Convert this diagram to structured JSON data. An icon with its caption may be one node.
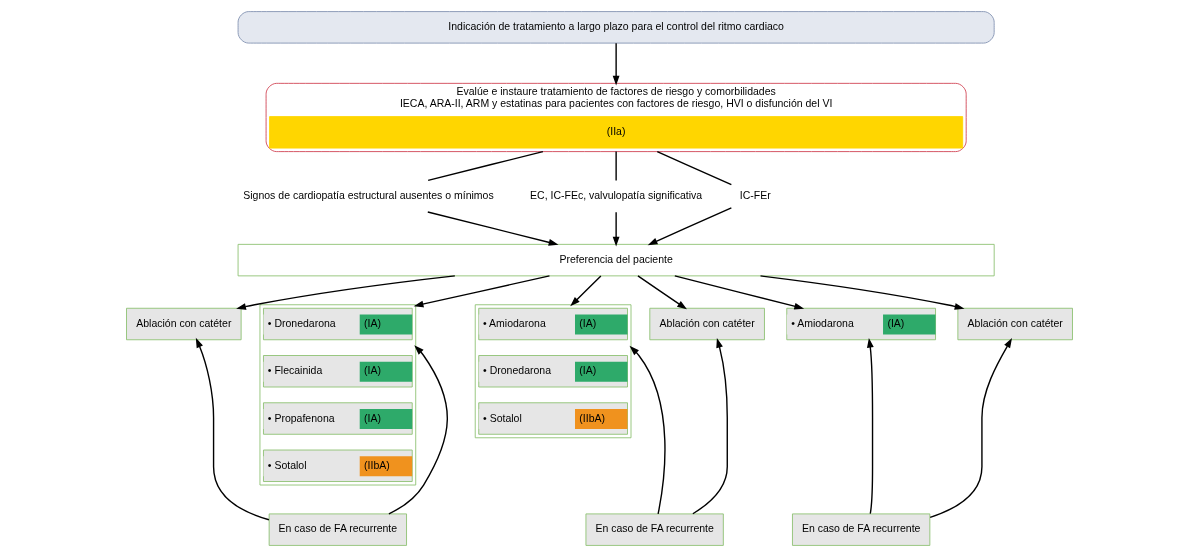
{
  "diagram": {
    "nodes": [
      {
        "text": [
          "Indicación de tratamiento a largo plazo para el control del ritmo cardiaco"
        ]
      },
      {
        "text": [
          "Evalúe e instaure tratamiento de factores de riesgo y comorbilidades",
          "IECA, ARA-II, ARM y estatinas para pacientes con factores de riesgo, HVI o disfunción del VI"
        ]
      },
      {
        "text": [
          "(IIa)"
        ],
        "in": 1
      },
      {
        "text": [
          "Signos de cardiopatía estructural ausentes o mínimos"
        ]
      },
      {
        "text": [
          "EC, IC-FEc, valvulopatía significativa"
        ]
      },
      {
        "text": [
          "IC-FEr"
        ]
      },
      {
        "text": [
          "Preferencia del paciente"
        ]
      },
      {
        "text": [],
        "shape": "box"
      },
      {
        "text": [
          "• Dronedarona",
          "(IA)"
        ],
        "in": 7
      },
      {
        "text": [
          "• Flecainida",
          "(IA)"
        ],
        "in": 7
      },
      {
        "text": [
          "• Propafenona",
          "(IA)"
        ],
        "in": 7
      },
      {
        "text": [
          "• Sotalol",
          "(IIbA)"
        ],
        "in": 7
      },
      {
        "text": [
          "Ablación con catéter"
        ]
      },
      {
        "text": [
          "En caso de FA recurrente"
        ]
      },
      {
        "text": [],
        "shape": "box"
      },
      {
        "text": [
          "• Amiodarona",
          "(IA)"
        ],
        "in": 14
      },
      {
        "text": [
          "• Dronedarona",
          "(IA)"
        ],
        "in": 14
      },
      {
        "text": [
          "• Sotalol",
          "(IIbA)"
        ],
        "in": 14
      },
      {
        "text": [
          "Ablación con catéter"
        ]
      },
      {
        "text": [
          "En caso de FA recurrente"
        ]
      },
      {
        "text": [
          "• Amiodarona",
          "(IA)"
        ]
      },
      {
        "text": [
          "Ablación con catéter"
        ]
      },
      {
        "text": [
          "En caso de FA recurrente"
        ]
      }
    ],
    "edges": [
      {
        "from": 0,
        "to": 1,
        "arrow": "to"
      },
      {
        "from": 1,
        "to": 3,
        "arrow": "none"
      },
      {
        "from": 1,
        "to": 4,
        "arrow": "none"
      },
      {
        "from": 1,
        "to": 5,
        "arrow": "none"
      },
      {
        "from": 3,
        "to": 6,
        "arrow": "to"
      },
      {
        "from": 4,
        "to": 6,
        "arrow": "to"
      },
      {
        "from": 5,
        "to": 6,
        "arrow": "to"
      },
      {
        "from": 6,
        "to": 7,
        "arrow": "to"
      },
      {
        "from": 6,
        "to": 12,
        "arrow": "to"
      },
      {
        "from": 6,
        "to": 14,
        "arrow": "to"
      },
      {
        "from": 6,
        "to": 18,
        "arrow": "to"
      },
      {
        "from": 6,
        "to": 20,
        "arrow": "to"
      },
      {
        "from": 6,
        "to": 21,
        "arrow": "to"
      },
      {
        "from": 13,
        "to": 7,
        "arrow": "to"
      },
      {
        "from": 13,
        "to": 12,
        "arrow": "to"
      },
      {
        "from": 19,
        "to": 14,
        "arrow": "to"
      },
      {
        "from": 19,
        "to": 18,
        "arrow": "to"
      },
      {
        "from": 22,
        "to": 20,
        "arrow": "to"
      },
      {
        "from": 22,
        "to": 21,
        "arrow": "to"
      }
    ]
  }
}
